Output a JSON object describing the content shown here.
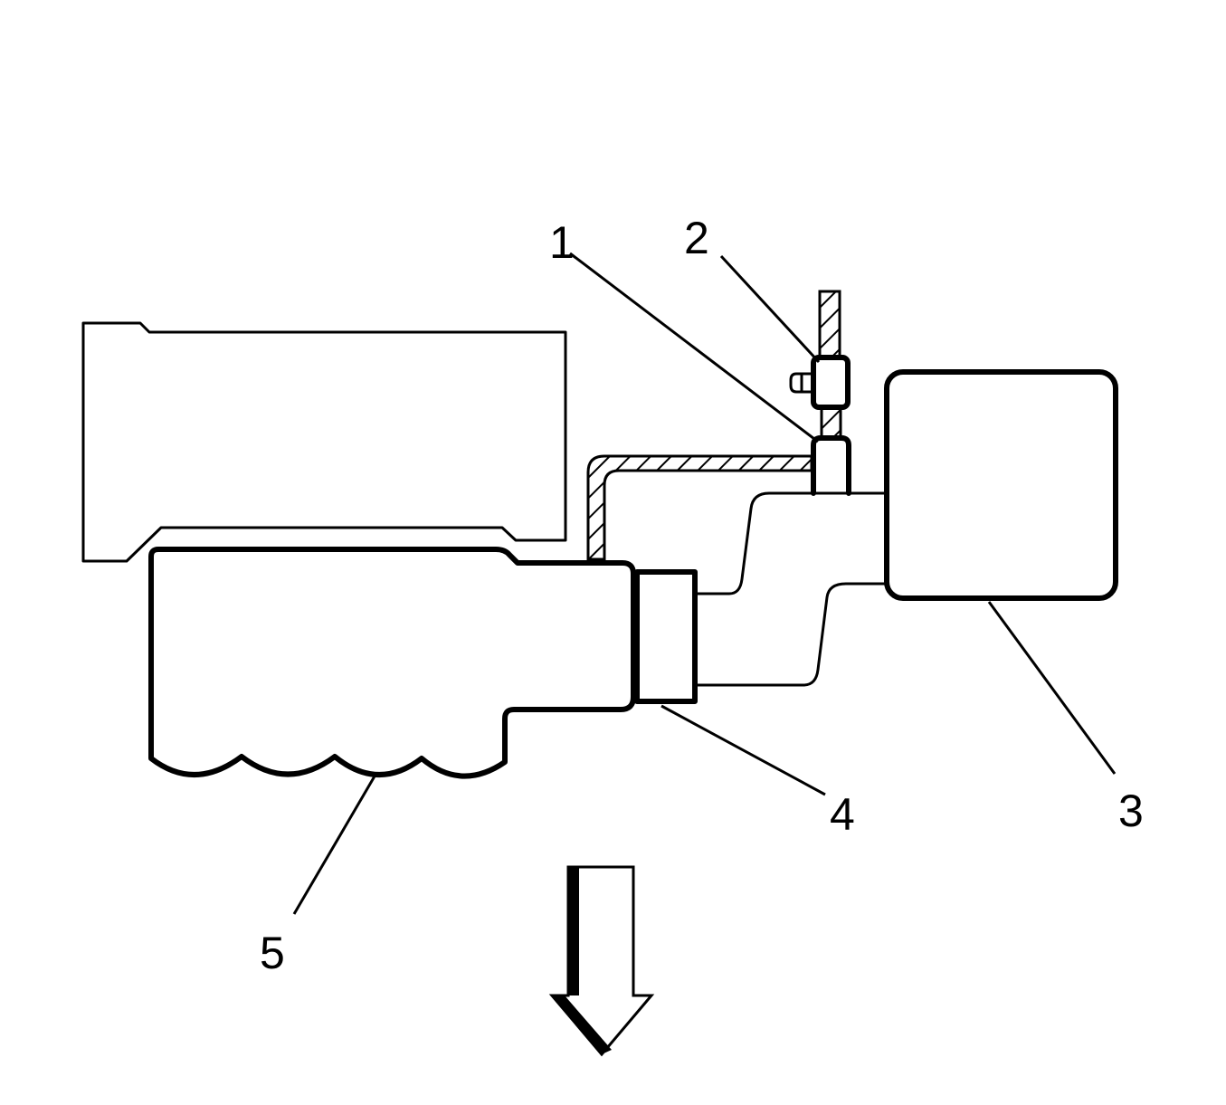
{
  "callouts": {
    "c1": "1",
    "c2": "2",
    "c3": "3",
    "c4": "4",
    "c5": "5"
  },
  "colors": {
    "line": "#000000",
    "background": "#ffffff"
  },
  "icons": {
    "direction_arrow": "down-arrow-icon"
  }
}
